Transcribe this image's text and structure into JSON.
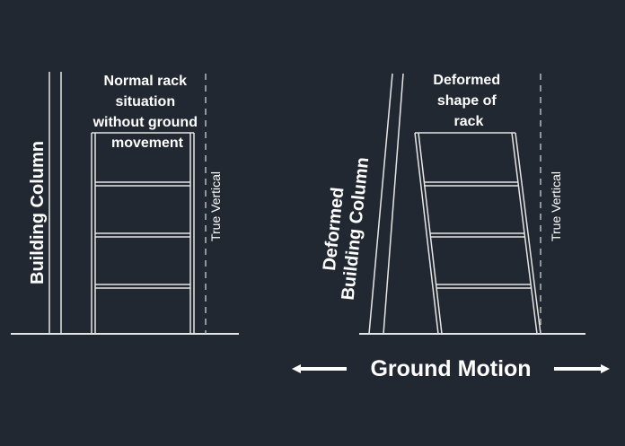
{
  "left": {
    "column_label": "Building Column",
    "rack_label_lines": [
      "Normal rack",
      "situation",
      "without ground",
      "movement"
    ],
    "vertical_label": "True Vertical"
  },
  "right": {
    "column_label_lines": [
      "Deformed",
      "Building Column"
    ],
    "rack_label_lines": [
      "Deformed",
      "shape of",
      "rack"
    ],
    "vertical_label": "True Vertical"
  },
  "bottom": {
    "motion_label": "Ground Motion"
  },
  "colors": {
    "background": "#222831",
    "lines": "#e6e6e6",
    "text": "#ffffff"
  }
}
